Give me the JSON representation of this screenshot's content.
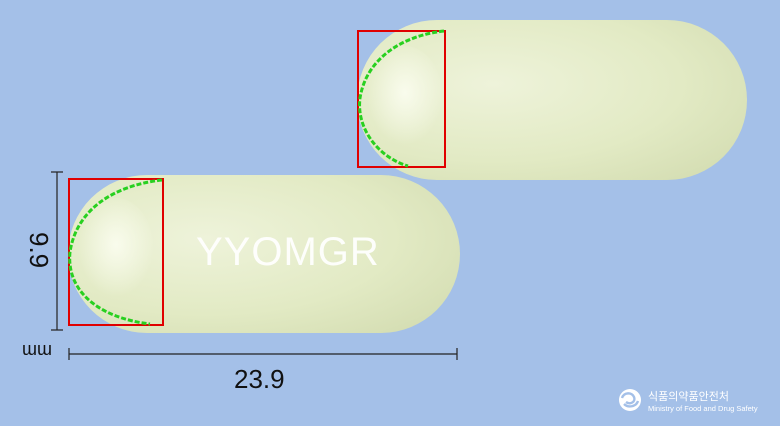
{
  "image": {
    "background_color": "#a4c0e8",
    "pill_color": "#e2ebc4"
  },
  "imprint": {
    "text": "YYOMGR"
  },
  "dimensions": {
    "width_value": "23.9",
    "height_value": "9.9",
    "unit": "mm"
  },
  "watermark": {
    "korean": "식품의약품안전처",
    "english": "Ministry of Food and Drug Safety"
  },
  "markers": {
    "box_color": "#e00000",
    "edge_color": "#28d020"
  }
}
